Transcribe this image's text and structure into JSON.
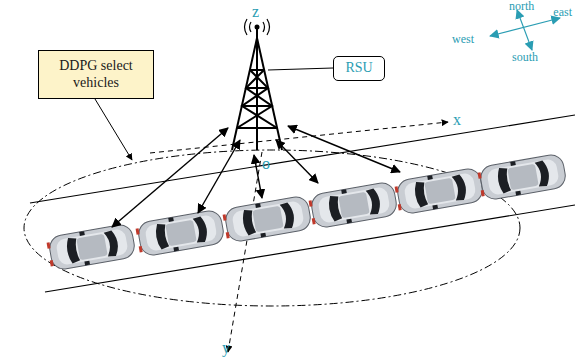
{
  "diagram": {
    "nodes": [
      {
        "text": [
          "DDPG select vehicles"
        ]
      },
      {
        "text": [
          "RSU"
        ]
      }
    ],
    "labels": [
      "z",
      "x",
      "o",
      "y",
      "north",
      "west",
      "east",
      "south"
    ]
  }
}
